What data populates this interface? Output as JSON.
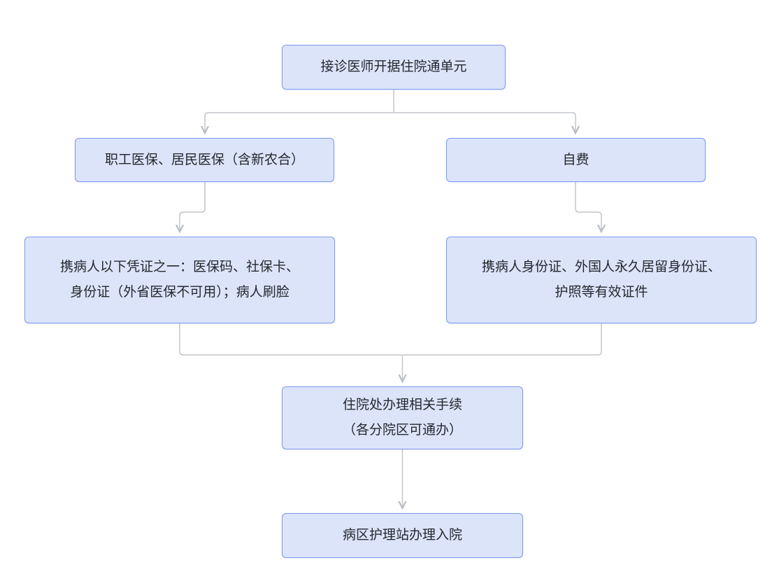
{
  "colors": {
    "node_fill": "#dce4fa",
    "node_border": "#7e9aec",
    "connector": "#c2c6cc",
    "text": "#24292e",
    "background": "#ffffff"
  },
  "nodes": {
    "start": {
      "label": "接诊医师开据住院通单元"
    },
    "insurance": {
      "label": "职工医保、居民医保（含新农合）"
    },
    "self_pay": {
      "label": "自费"
    },
    "insurance_documents": {
      "label": "携病人以下凭证之一：医保码、社保卡、\n身份证（外省医保不可用）；病人刷脸"
    },
    "self_pay_documents": {
      "label": "携病人身份证、外国人永久居留身份证、\n护照等有效证件"
    },
    "admission_office": {
      "label": "住院处办理相关手续\n（各分院区可通办）"
    },
    "ward_station": {
      "label": "病区护理站办理入院"
    }
  },
  "edges": [
    {
      "from": "start",
      "to": "insurance"
    },
    {
      "from": "start",
      "to": "self_pay"
    },
    {
      "from": "insurance",
      "to": "insurance_documents"
    },
    {
      "from": "self_pay",
      "to": "self_pay_documents"
    },
    {
      "from": "insurance_documents",
      "to": "admission_office"
    },
    {
      "from": "self_pay_documents",
      "to": "admission_office"
    },
    {
      "from": "admission_office",
      "to": "ward_station"
    }
  ]
}
